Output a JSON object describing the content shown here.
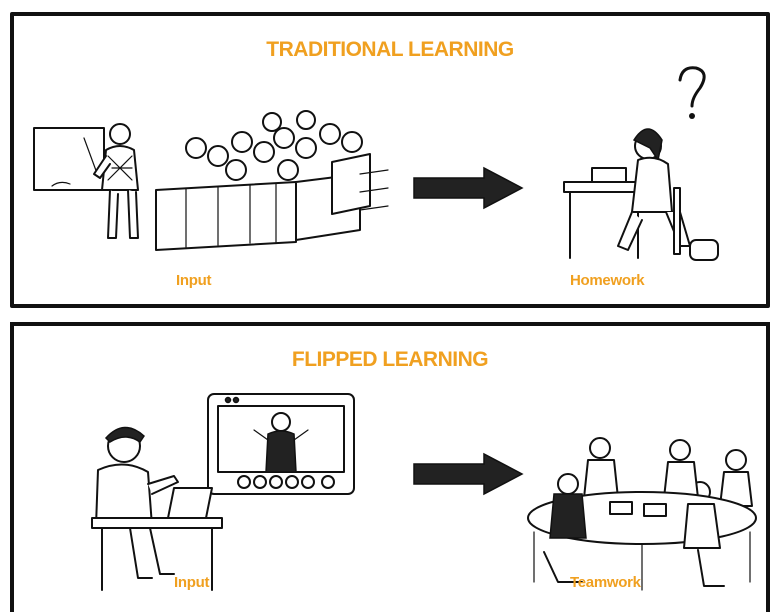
{
  "traditional": {
    "title": "TRADITIONAL LEARNING",
    "input_label": "Input",
    "outcome_label": "Homework",
    "question_mark": "?"
  },
  "flipped": {
    "title": "FLIPPED LEARNING",
    "input_label": "Input",
    "outcome_label": "Teamwork"
  },
  "colors": {
    "accent": "#f0a020",
    "ink": "#111111",
    "background": "#ffffff"
  },
  "icons": [
    "teacher-at-board-icon",
    "classroom-students-icon",
    "arrow-right-icon",
    "student-homework-icon",
    "student-laptop-icon",
    "video-player-icon",
    "team-table-icon"
  ]
}
